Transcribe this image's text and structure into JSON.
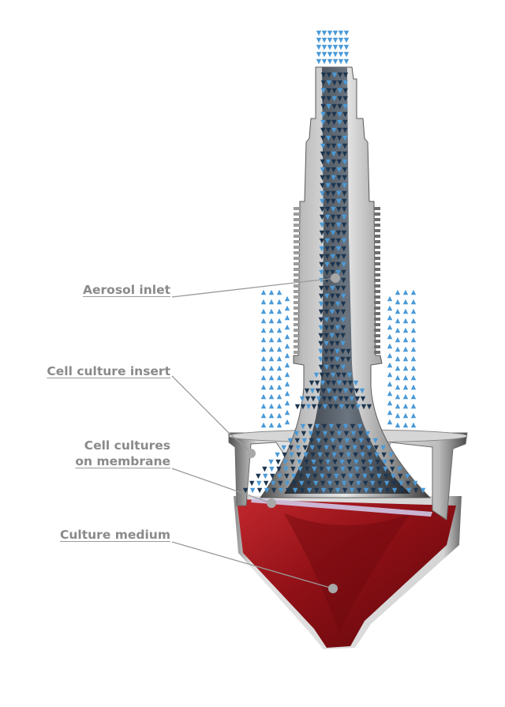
{
  "labels": {
    "aerosol_inlet": "Aerosol inlet",
    "cell_culture_insert": "Cell culture insert",
    "cell_cultures_line1": "Cell cultures",
    "cell_cultures_line2": "on membrane",
    "culture_medium": "Culture medium"
  },
  "colors": {
    "label_text": "#8a8a8a",
    "leader_line": "#9a9a9a",
    "medium": "#9a1418",
    "metal": "#8c8c8c",
    "arrow_blue": "#4a9ad8",
    "arrow_dark": "#1c3550",
    "membrane": "#cfc8e8"
  }
}
